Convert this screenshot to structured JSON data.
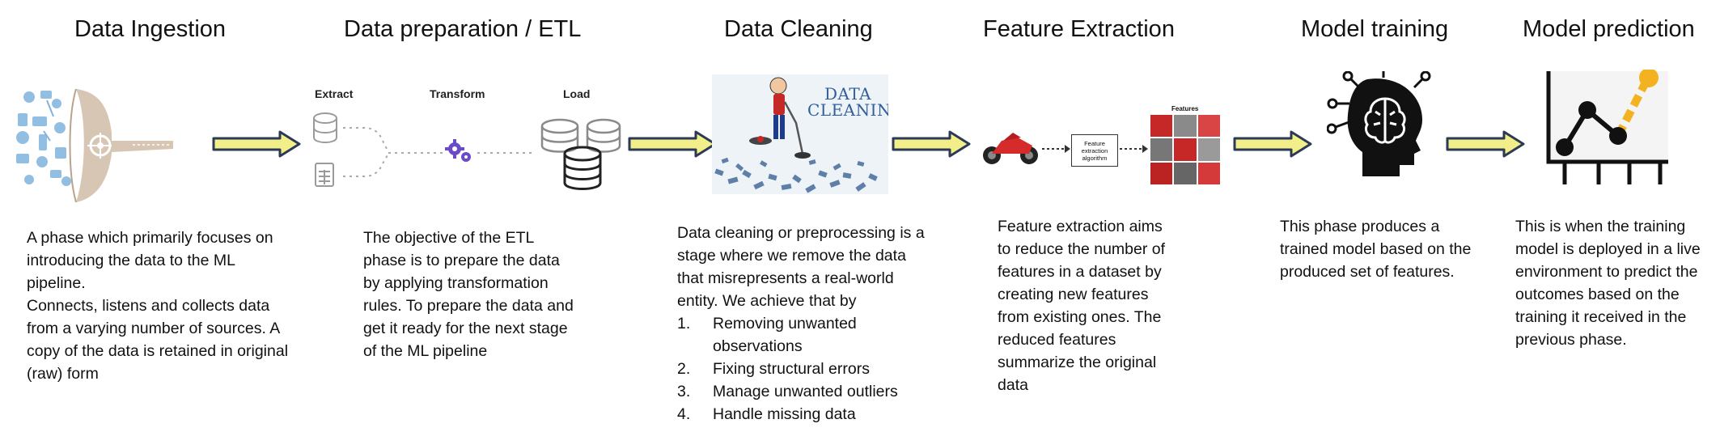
{
  "stages": [
    {
      "title": "Data Ingestion",
      "description": [
        "A phase which primarily focuses on introducing the data to the ML pipeline.",
        "Connects, listens and collects data from a varying number of sources. A copy of the data is retained in original (raw) form"
      ]
    },
    {
      "title": "Data preparation / ETL",
      "labels": {
        "extract": "Extract",
        "transform": "Transform",
        "load": "Load"
      },
      "description": [
        "The objective of the ETL phase is to prepare the data by applying transformation rules. To prepare the data and get it ready for the next stage of the ML pipeline"
      ]
    },
    {
      "title": "Data Cleaning",
      "image_text": [
        "DATA",
        "CLEANING"
      ],
      "description": [
        "Data cleaning or preprocessing is a stage where we remove the data that misrepresents a real-world entity. We achieve that by"
      ],
      "steps": [
        {
          "num": "1.",
          "text": "Removing unwanted observations"
        },
        {
          "num": "2.",
          "text": "Fixing structural errors"
        },
        {
          "num": "3.",
          "text": "Manage unwanted outliers"
        },
        {
          "num": "4.",
          "text": "Handle missing data"
        }
      ]
    },
    {
      "title": "Feature Extraction",
      "box_label": "Feature extraction algorithm",
      "features_label": "Features",
      "description": [
        "Feature extraction aims to reduce the number of features in a dataset by creating new features from existing ones. The reduced features summarize the original data"
      ]
    },
    {
      "title": "Model training",
      "description": [
        "This phase produces a trained model based on the produced set of features."
      ]
    },
    {
      "title": "Model prediction",
      "description": [
        "This is when the training model is deployed in a live environment to predict the outcomes based on the training it received in the previous phase."
      ]
    }
  ],
  "colors": {
    "arrow_fill": "#f2ee8a",
    "arrow_stroke": "#2b3a55",
    "purple": "#6b4bc8",
    "red": "#d62b2b",
    "orange": "#f3b21f",
    "funnel": "#d7c6b4",
    "blue_icon": "#7fb3de"
  },
  "icons": [
    "funnel-icon",
    "database-icon",
    "gears-icon",
    "broom-person-icon",
    "motorcycle-icon",
    "brain-head-icon",
    "prediction-chart-icon"
  ]
}
